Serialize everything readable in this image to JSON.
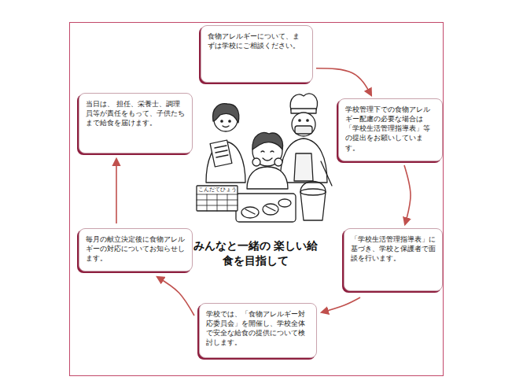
{
  "diagram": {
    "title": "みんなと一緒の 楽しい給食を目指して",
    "nodes": [
      {
        "text": [
          "食物アレルギーについて、まずは学校にご相談ください。"
        ]
      },
      {
        "text": [
          "学校管理下での食物アレルギー配慮の必要な場合は「学校生活管理指導表」等の提出をお願いしています。"
        ]
      },
      {
        "text": [
          "「学校生活管理指導表」に基づき、学校と保護者で面談を行います。"
        ]
      },
      {
        "text": [
          "学校では、「食物アレルギー対応委員会」を開催し、学校全体で安全な給食の提供について検討します。"
        ]
      },
      {
        "text": [
          "毎月の献立決定後に食物アレルギーの対応についてお知らせします。"
        ]
      },
      {
        "text": [
          "当日は、 担任、栄養士、調理員等が責任をもって、子供たちまで給食を届けます。"
        ]
      }
    ],
    "edges": [
      {
        "from": 0,
        "to": 1,
        "arrow": "to"
      },
      {
        "from": 1,
        "to": 2,
        "arrow": "to"
      },
      {
        "from": 2,
        "to": 3,
        "arrow": "to"
      },
      {
        "from": 3,
        "to": 4,
        "arrow": "to"
      },
      {
        "from": 4,
        "to": 5,
        "arrow": "to"
      }
    ],
    "labels": [
      "こんだてひょう"
    ]
  }
}
